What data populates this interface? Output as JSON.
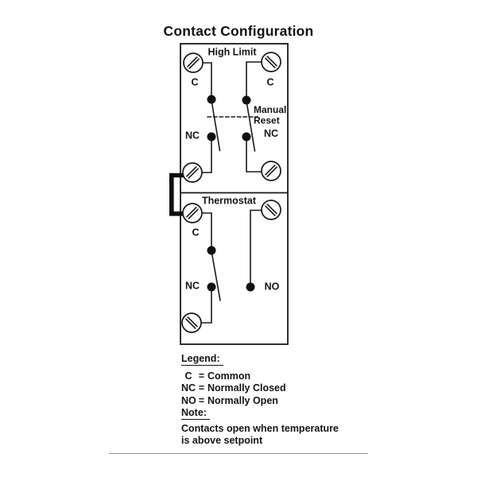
{
  "title": "Contact Configuration",
  "diagram": {
    "high_limit": {
      "label": "High Limit",
      "left_pole": {
        "common": "C",
        "closed": "NC"
      },
      "right_pole": {
        "common": "C",
        "closed": "NC"
      },
      "manual_reset_line1": "Manual",
      "manual_reset_line2": "Reset"
    },
    "thermostat": {
      "label": "Thermostat",
      "left_pole": {
        "common": "C",
        "closed": "NC"
      },
      "right_pole": {
        "open": "NO"
      }
    }
  },
  "legend": {
    "heading": "Legend:",
    "items": [
      {
        "abbr": "C",
        "sep": "=",
        "meaning": "Common"
      },
      {
        "abbr": "NC",
        "sep": "=",
        "meaning": "Normally Closed"
      },
      {
        "abbr": "NO",
        "sep": "=",
        "meaning": "Normally Open"
      }
    ]
  },
  "note": {
    "heading": "Note:",
    "line1": "Contacts open when temperature",
    "line2": "is above setpoint"
  },
  "colors": {
    "ink": "#1a1a1a",
    "background": "#ffffff",
    "separator_rule": "#8f8f8f"
  }
}
